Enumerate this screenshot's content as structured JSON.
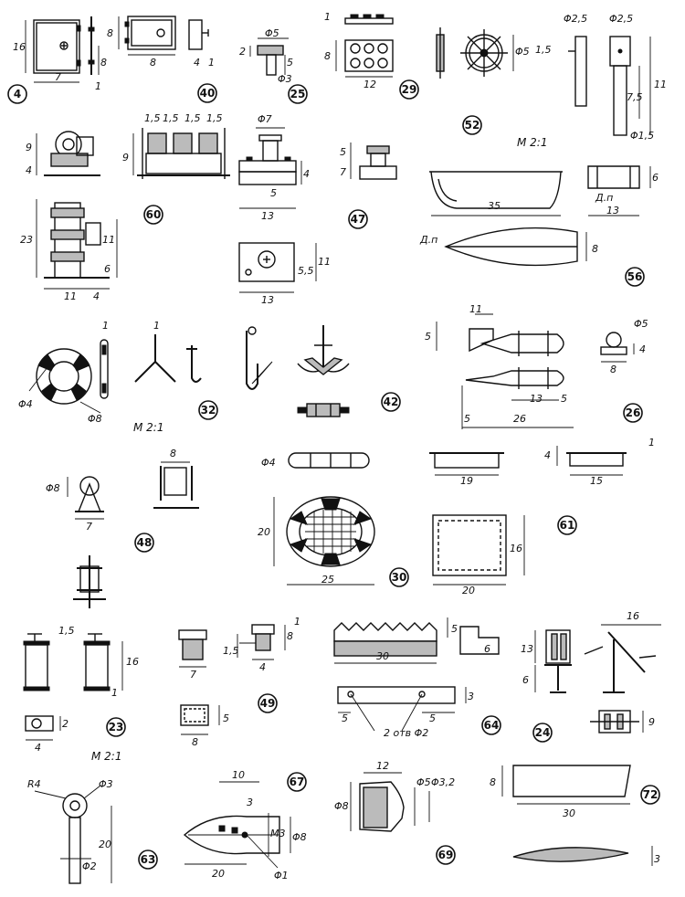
{
  "parts": [
    {
      "number": "4",
      "dims": [
        "16",
        "8",
        "7",
        "1"
      ]
    },
    {
      "number": "40",
      "dims": [
        "8",
        "8",
        "4",
        "1"
      ]
    },
    {
      "number": "25",
      "dims": [
        "Φ5",
        "2",
        "5",
        "Φ3"
      ]
    },
    {
      "number": "29",
      "dims": [
        "1",
        "8",
        "12"
      ]
    },
    {
      "number": "52",
      "dims": [
        "Φ5",
        "1,5",
        "Φ2,5",
        "Φ2,5",
        "11",
        "7,5",
        "Φ1,5"
      ]
    },
    {
      "number": "60",
      "dims": [
        "9",
        "4",
        "1,5",
        "1,5",
        "1,5",
        "1,5",
        "9",
        "23",
        "11",
        "6",
        "11",
        "4"
      ]
    },
    {
      "number": "47",
      "dims": [
        "Φ7",
        "4",
        "5",
        "13",
        "5",
        "7"
      ]
    },
    {
      "number": "56",
      "dims": [
        "35",
        "6",
        "Д.п",
        "13",
        "Д.п",
        "8"
      ]
    },
    {
      "number": "32",
      "dims": [
        "1",
        "1",
        "Φ4",
        "Φ8"
      ]
    },
    {
      "number": "42",
      "dims": []
    },
    {
      "number": "26",
      "dims": [
        "5",
        "11",
        "13",
        "5",
        "5",
        "26",
        "Φ5",
        "4",
        "8"
      ]
    },
    {
      "number": "48",
      "dims": [
        "Φ8",
        "7",
        "8"
      ]
    },
    {
      "number": "30",
      "dims": [
        "Φ4",
        "20",
        "25"
      ]
    },
    {
      "number": "61",
      "dims": [
        "19",
        "4",
        "15",
        "1",
        "16",
        "20"
      ]
    },
    {
      "number": "23",
      "dims": [
        "1,5",
        "16",
        "1",
        "2",
        "4"
      ]
    },
    {
      "number": "49",
      "dims": [
        "7",
        "1,5",
        "4",
        "8",
        "1",
        "5",
        "8"
      ]
    },
    {
      "number": "64",
      "dims": [
        "30",
        "5",
        "6",
        "3",
        "5",
        "5",
        "2 отв Φ2"
      ]
    },
    {
      "number": "24",
      "dims": [
        "13",
        "6",
        "16",
        "9"
      ]
    },
    {
      "number": "63",
      "dims": [
        "R4",
        "Φ3",
        "20",
        "Φ2"
      ]
    },
    {
      "number": "67",
      "dims": [
        "10",
        "3",
        "M3",
        "Φ8",
        "20",
        "Φ1"
      ]
    },
    {
      "number": "69",
      "dims": [
        "12",
        "Φ5",
        "Φ3,2",
        "Φ8"
      ]
    },
    {
      "number": "72",
      "dims": [
        "8",
        "30",
        "3"
      ]
    }
  ],
  "scales": [
    "М 2:1",
    "М 2:1",
    "М 2:1"
  ]
}
